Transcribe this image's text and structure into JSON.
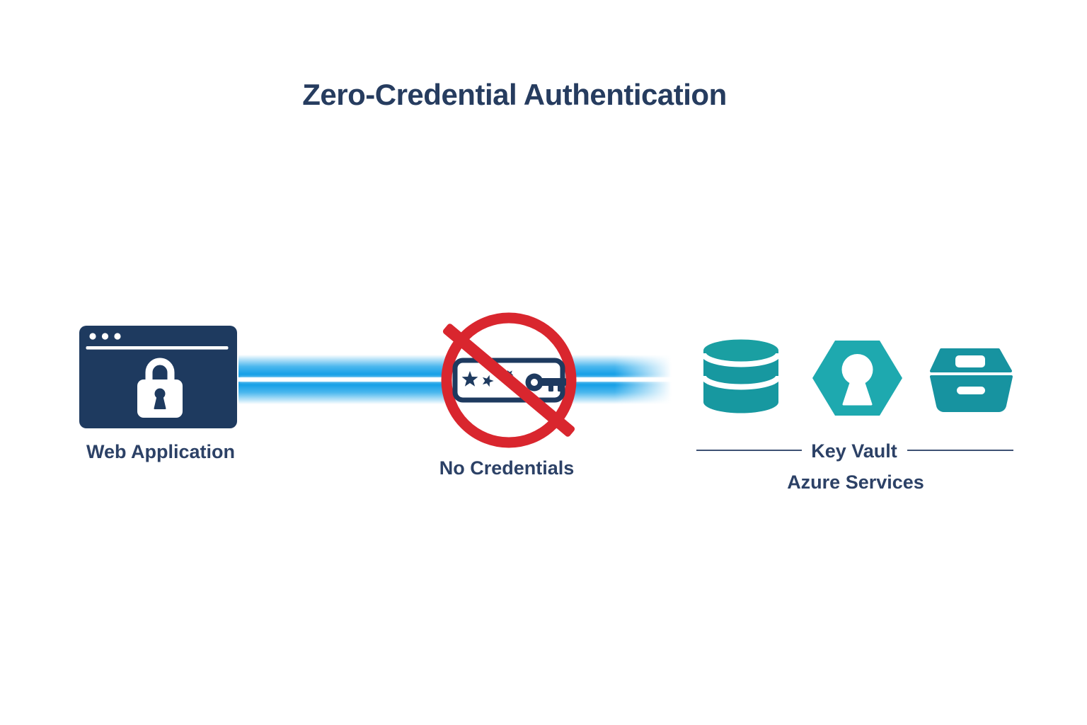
{
  "title": "Zero-Credential Authentication",
  "flow": {
    "source": {
      "label": "Web Application",
      "icon": "secure-browser-window-icon"
    },
    "blocker": {
      "label": "No Credentials",
      "icon": "no-password-prohibition-icon"
    },
    "destination": {
      "group_label": "Azure Services",
      "vault_label": "Key Vault",
      "icons": [
        "database-icon",
        "key-vault-icon",
        "storage-box-icon"
      ]
    }
  },
  "colors": {
    "background": "#ffffff",
    "navy_icon": "#1e3a5f",
    "navy_text": "#2c4166",
    "title_navy": "#263c5f",
    "prohibition_red": "#d9262e",
    "teal_database": "#1798a0",
    "teal_hexagon": "#1ea9af",
    "teal_box": "#1793a0",
    "beam_blue_core": "#0d9ce6",
    "beam_blue_light": "#7fccf3",
    "beam_center_line": "#ffffff"
  }
}
